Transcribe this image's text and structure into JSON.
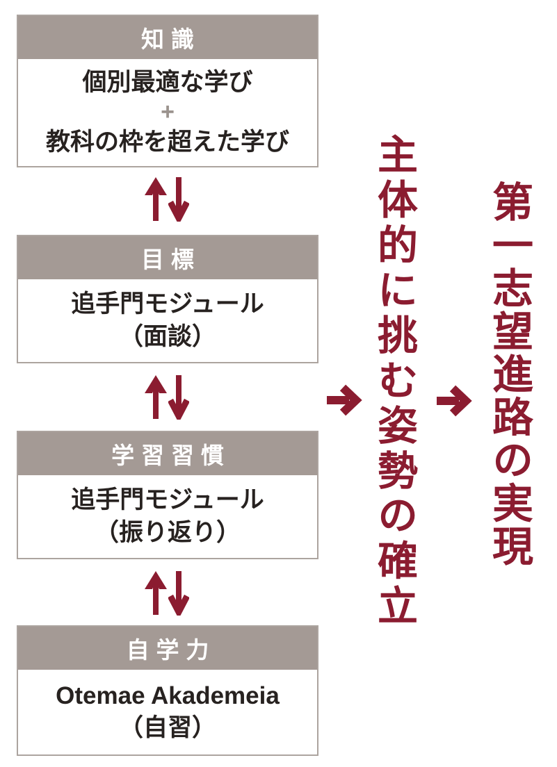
{
  "colors": {
    "accent_maroon": "#8b1c30",
    "header_gray": "#a49a95",
    "border_gray": "#aca49f",
    "body_text": "#272220",
    "plus_gray": "#9b938e"
  },
  "boxes": [
    {
      "header": "知識",
      "line1": "個別最適な学び",
      "plus": "+",
      "line2": "教科の枠を超えた学び"
    },
    {
      "header": "目標",
      "line1": "追手門モジュール",
      "line2": "（面談）"
    },
    {
      "header": "学習習慣",
      "line1": "追手門モジュール",
      "line2": "（振り返り）"
    },
    {
      "header": "自学力",
      "line1": "Otemae Akademeia",
      "line2": "（自習）"
    }
  ],
  "flow": {
    "middle_text": "主体的に挑む姿勢の確立",
    "right_text": "第一志望進路の実現"
  }
}
